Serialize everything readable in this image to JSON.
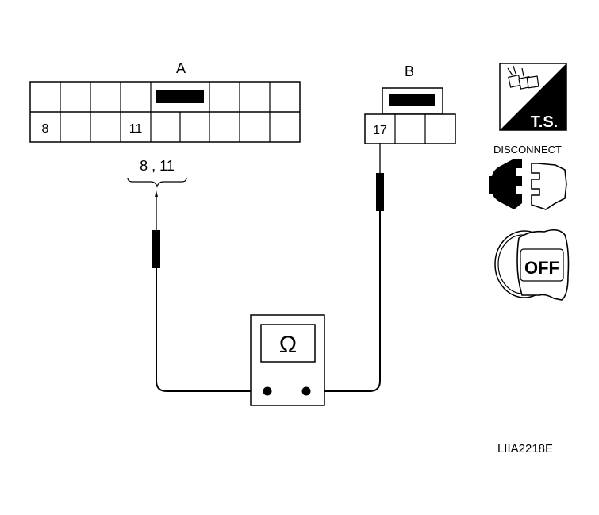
{
  "connector_a": {
    "label": "A",
    "pins": [
      "8",
      "11"
    ],
    "probe_label": "8 , 11"
  },
  "connector_b": {
    "label": "B",
    "pins": [
      "17"
    ]
  },
  "meter": {
    "symbol": "Ω"
  },
  "icons": {
    "ts_label": "T.S.",
    "disconnect_label": "DISCONNECT",
    "ignition_label": "OFF"
  },
  "figure_code": "LIIA2218E"
}
